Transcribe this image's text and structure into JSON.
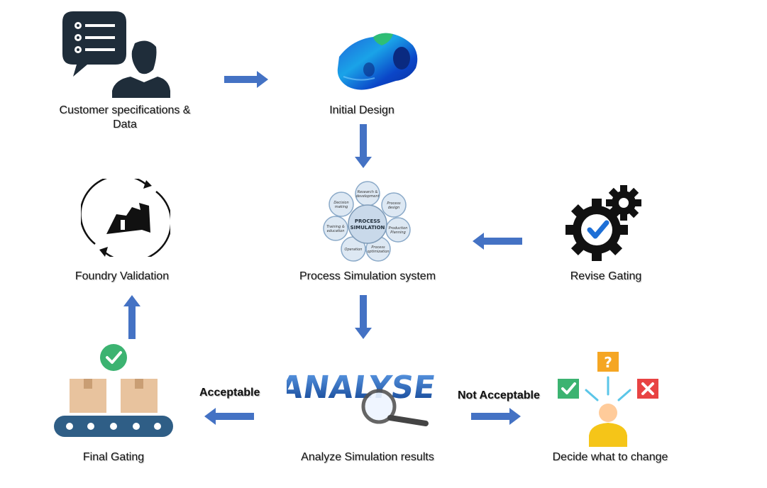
{
  "nodes": {
    "customer": "Customer specifications & Data",
    "initial_design": "Initial Design",
    "process_sim": "Process Simulation system",
    "revise": "Revise Gating",
    "foundry": "Foundry Validation",
    "final": "Final Gating",
    "analyze": "Analyze Simulation results",
    "decide": "Decide what to change"
  },
  "edges": {
    "acceptable": "Acceptable",
    "not_acceptable": "Not Acceptable"
  },
  "icon_text": {
    "analyse_word": "ANALYSE",
    "sim_center": "PROCESS SIMULATION",
    "sim_petals": [
      "Research & development",
      "Process design",
      "Production Planning",
      "Process optimization",
      "Operation",
      "Training & education",
      "Decision making"
    ]
  },
  "colors": {
    "arrow": "#4472C4",
    "icon_dark": "#1f2d3a",
    "check_green": "#3CB371",
    "cross_red": "#E84343",
    "question_orange": "#F5A623",
    "conveyor": "#2F5E86",
    "box": "#E8C39E"
  }
}
